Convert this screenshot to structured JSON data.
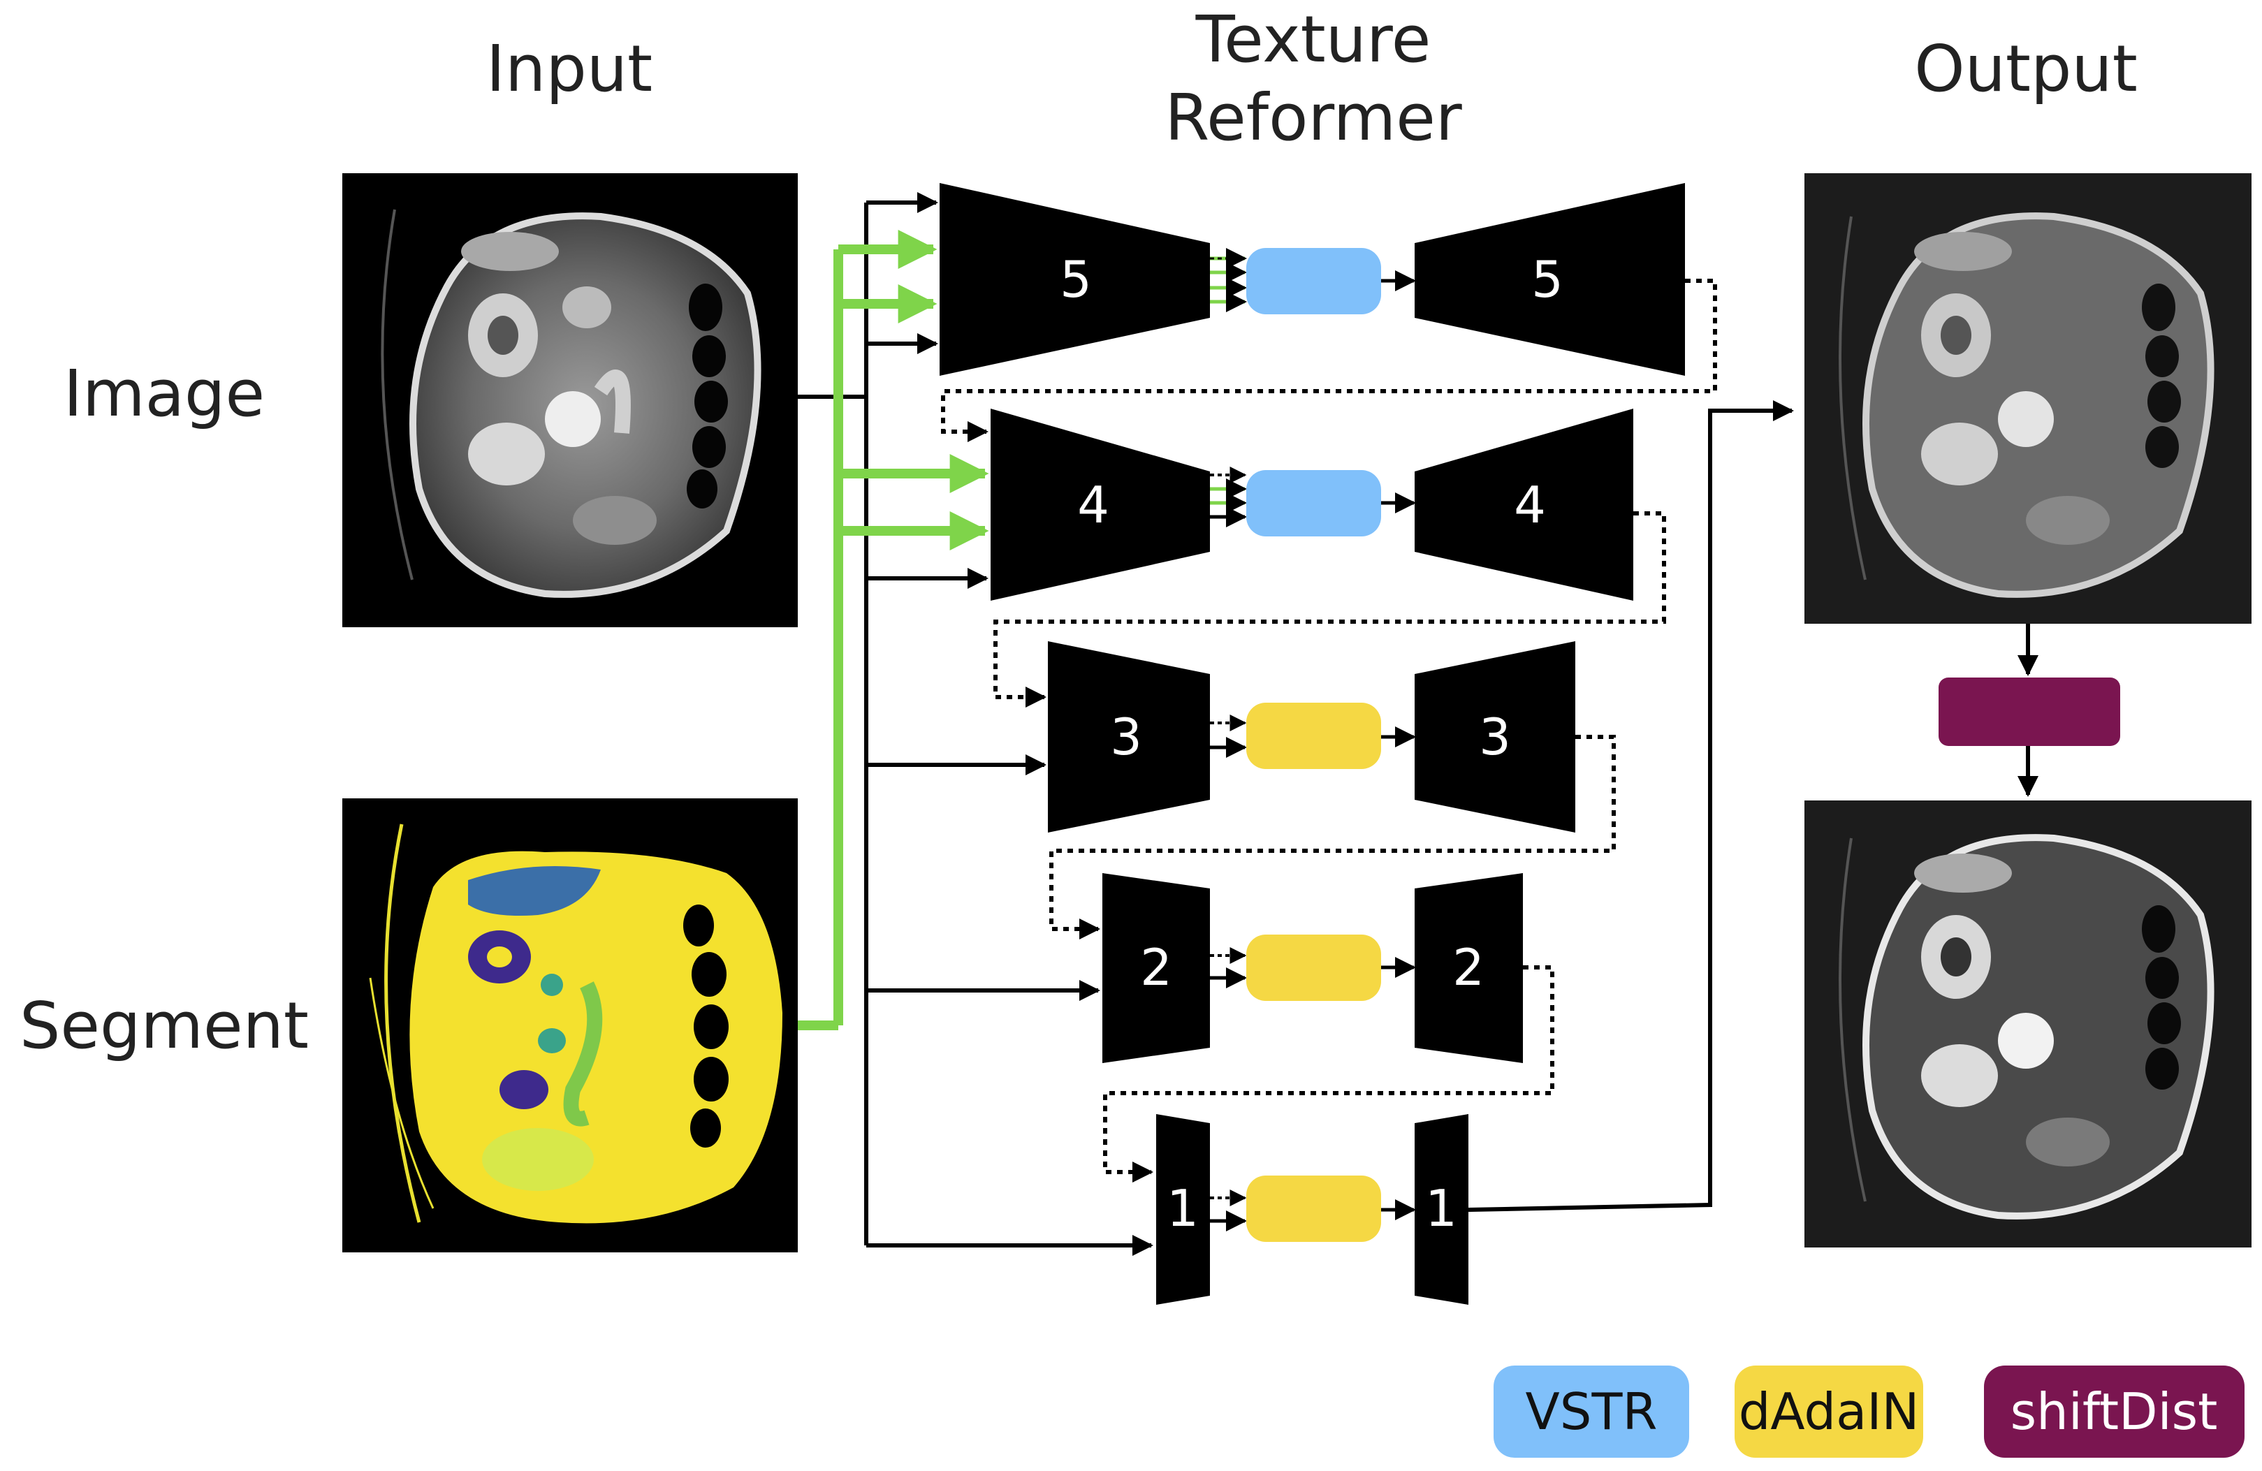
{
  "headers": {
    "input": "Input",
    "texture_line1": "Texture",
    "texture_line2": "Reformer",
    "output": "Output"
  },
  "row_labels": {
    "image": "Image",
    "segment": "Segment"
  },
  "encoder_levels": [
    "5",
    "4",
    "3",
    "2",
    "1"
  ],
  "decoder_levels": [
    "5",
    "4",
    "3",
    "2",
    "1"
  ],
  "legend": {
    "vstr": "VSTR",
    "dadain": "dAdaIN",
    "shiftdist": "shiftDist"
  },
  "colors": {
    "vstr": "#80c0fa",
    "dadain": "#f5d844",
    "shiftdist": "#7a1550",
    "segment_arrow": "#7fd44a",
    "block": "#000000"
  },
  "icons": {
    "ct_image": "ct-scan-image",
    "segment_image": "segmentation-map-image",
    "output_image": "ct-scan-image",
    "final_image": "ct-scan-image"
  }
}
